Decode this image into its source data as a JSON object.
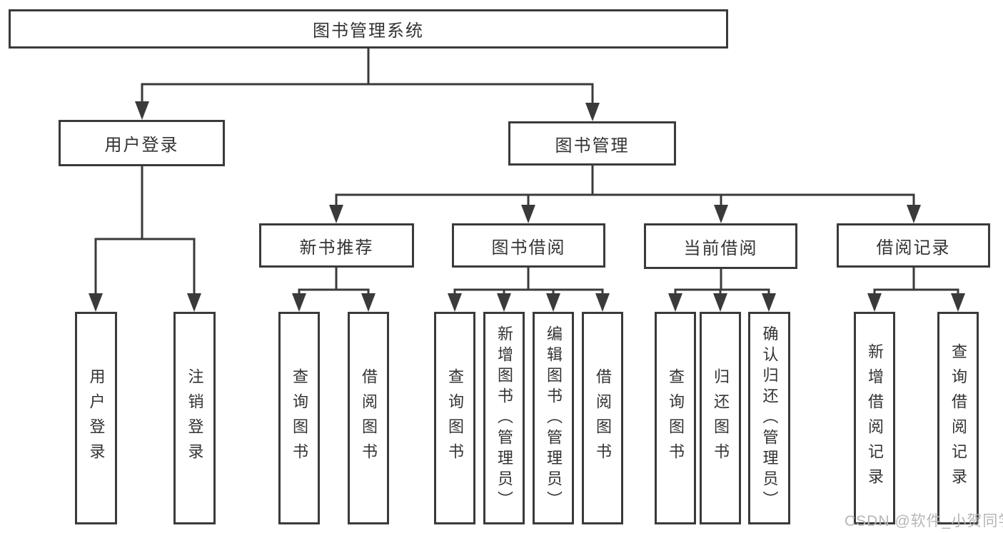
{
  "diagram": {
    "title": "图书管理系统",
    "root_id": "root",
    "nodes": {
      "root": {
        "label": "图书管理系统",
        "children": [
          "user-login",
          "book-mgmt"
        ]
      },
      "user-login": {
        "label": "用户登录",
        "children": [
          "login",
          "logout"
        ]
      },
      "book-mgmt": {
        "label": "图书管理",
        "children": [
          "new-book-recommend",
          "book-borrow",
          "current-borrow",
          "borrow-records"
        ]
      },
      "new-book-recommend": {
        "label": "新书推荐",
        "children": [
          "nb-query",
          "nb-borrow"
        ]
      },
      "book-borrow": {
        "label": "图书借阅",
        "children": [
          "bb-query",
          "bb-add",
          "bb-edit",
          "bb-borrow"
        ]
      },
      "current-borrow": {
        "label": "当前借阅",
        "children": [
          "cb-query",
          "cb-return",
          "cb-confirm"
        ]
      },
      "borrow-records": {
        "label": "借阅记录",
        "children": [
          "br-add",
          "br-query"
        ]
      },
      "login": {
        "label": "用户登录",
        "children": []
      },
      "logout": {
        "label": "注销登录",
        "children": []
      },
      "nb-query": {
        "label": "查询图书",
        "children": []
      },
      "nb-borrow": {
        "label": "借阅图书",
        "children": []
      },
      "bb-query": {
        "label": "查询图书",
        "children": []
      },
      "bb-add": {
        "label": "新增图书（管理员）",
        "children": []
      },
      "bb-edit": {
        "label": "编辑图书（管理员）",
        "children": []
      },
      "bb-borrow": {
        "label": "借阅图书",
        "children": []
      },
      "cb-query": {
        "label": "查询图书",
        "children": []
      },
      "cb-return": {
        "label": "归还图书",
        "children": []
      },
      "cb-confirm": {
        "label": "确认归还（管理员）",
        "children": []
      },
      "br-add": {
        "label": "新增借阅记录",
        "children": []
      },
      "br-query": {
        "label": "查询借阅记录",
        "children": []
      }
    }
  },
  "watermark": {
    "text": "CSDN @软件_小贺同学"
  },
  "colors": {
    "line": "#3a3a3a",
    "border": "#3a3a3a",
    "text": "#333333",
    "box_fill": "#ffffff",
    "watermark": "#b6b6b6",
    "background": "#ffffff"
  }
}
